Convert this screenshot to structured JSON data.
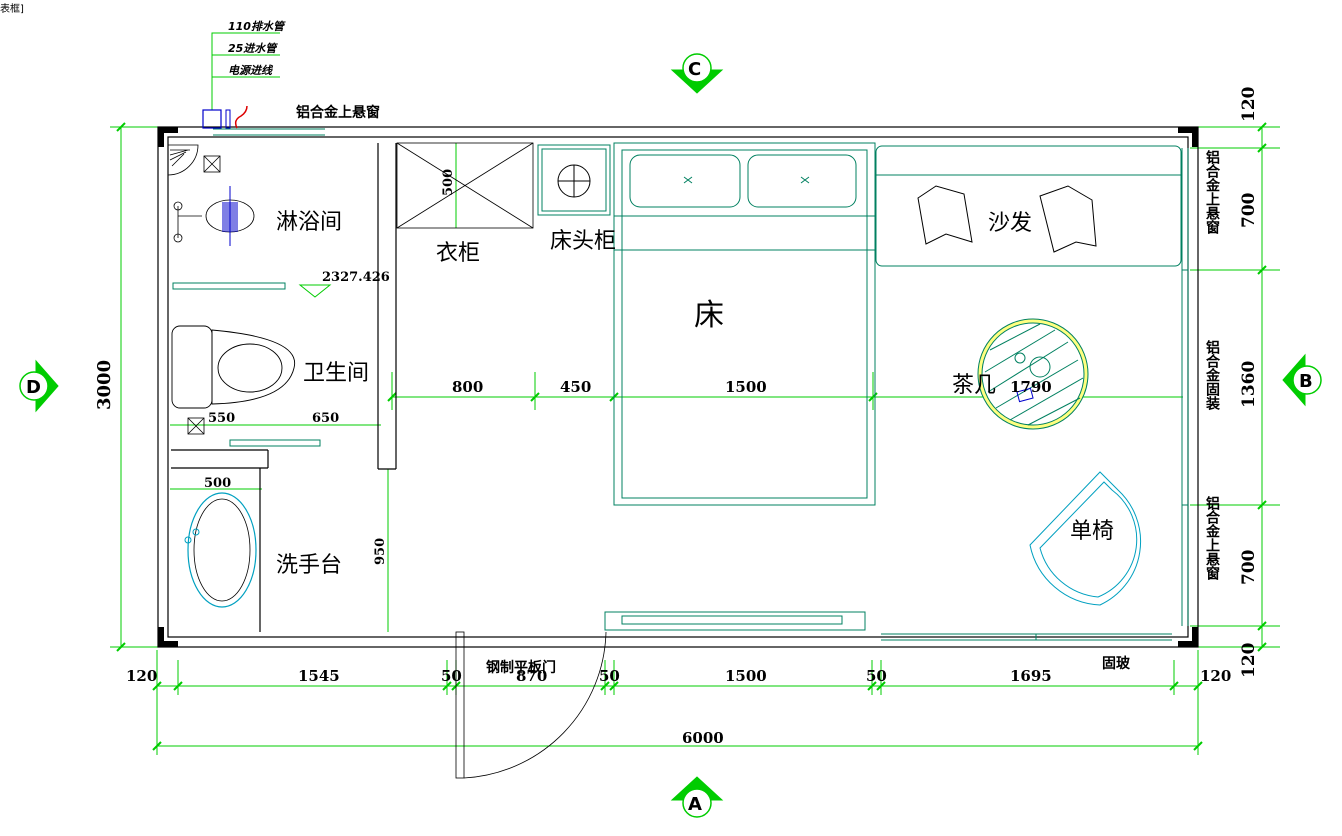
{
  "corner_text": "表框]",
  "utility_notes": [
    "110排水管",
    "25进水管",
    "电源进线"
  ],
  "top_window_label": "铝合金上悬窗",
  "elevation_label": "2327.426",
  "rooms": {
    "shower": "淋浴间",
    "wardrobe": "衣柜",
    "nightstand": "床头柜",
    "sofa": "沙发",
    "bed": "床",
    "toilet": "卫生间",
    "coffee_table": "茶几",
    "armchair": "单椅",
    "washbasin": "洗手台"
  },
  "right_wall_labels": [
    "铝合金上悬窗",
    "铝合金固装",
    "铝合金上悬窗"
  ],
  "bottom_labels": {
    "door": "钢制平板门",
    "fixed_glass": "固玻"
  },
  "axis_markers": {
    "top": "C",
    "bottom": "A",
    "left": "D",
    "right": "B"
  },
  "dimensions": {
    "overall_height": "3000",
    "overall_width": "6000",
    "wardrobe_depth": "500",
    "bath_550": "550",
    "bath_650": "650",
    "basin_500": "500",
    "partition_950": "950",
    "interior_row": [
      "800",
      "450",
      "1500",
      "1790"
    ],
    "bottom_row": [
      "120",
      "1545",
      "50",
      "870",
      "50",
      "1500",
      "50",
      "1695",
      "120"
    ],
    "right_col": [
      "120",
      "700",
      "1360",
      "700",
      "120"
    ]
  },
  "colors": {
    "wall": "#000000",
    "dimension": "#00cc00",
    "furniture": "#008060",
    "fixture": "#00a0c0",
    "accent_blue": "#0000cc",
    "accent_red": "#dd0000",
    "table_fill": "#ffff80"
  }
}
